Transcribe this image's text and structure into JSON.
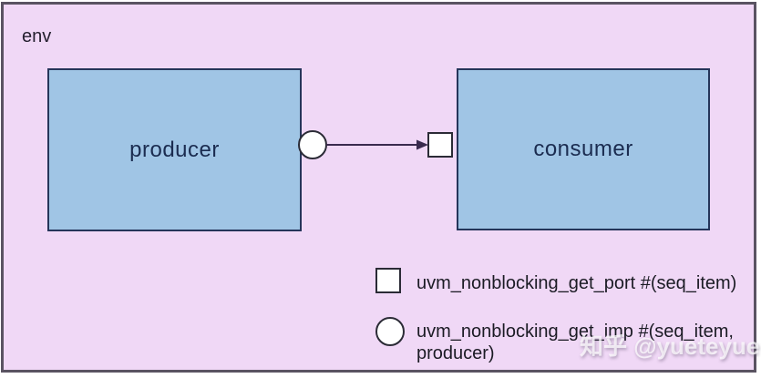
{
  "page": {
    "env_label": "env",
    "producer_label": "producer",
    "consumer_label": "consumer",
    "legend": {
      "port_item": {
        "symbol": "square",
        "label": "uvm_nonblocking_get_port #(seq_item)"
      },
      "imp_item": {
        "symbol": "circle",
        "label": "uvm_nonblocking_get_imp #(seq_item, producer)"
      }
    },
    "watermark": "知乎 @yueteyue",
    "colors": {
      "env_fill": "#f0d8f6",
      "env_border": "#5a5362",
      "box_fill": "#a0c5e5",
      "box_border": "#25355a",
      "box_text": "#1b2c50",
      "port_fill": "#ffffff",
      "port_border": "#2b2b36",
      "arrow": "#3a2b4e",
      "legend_text": "#1b1b24"
    }
  }
}
